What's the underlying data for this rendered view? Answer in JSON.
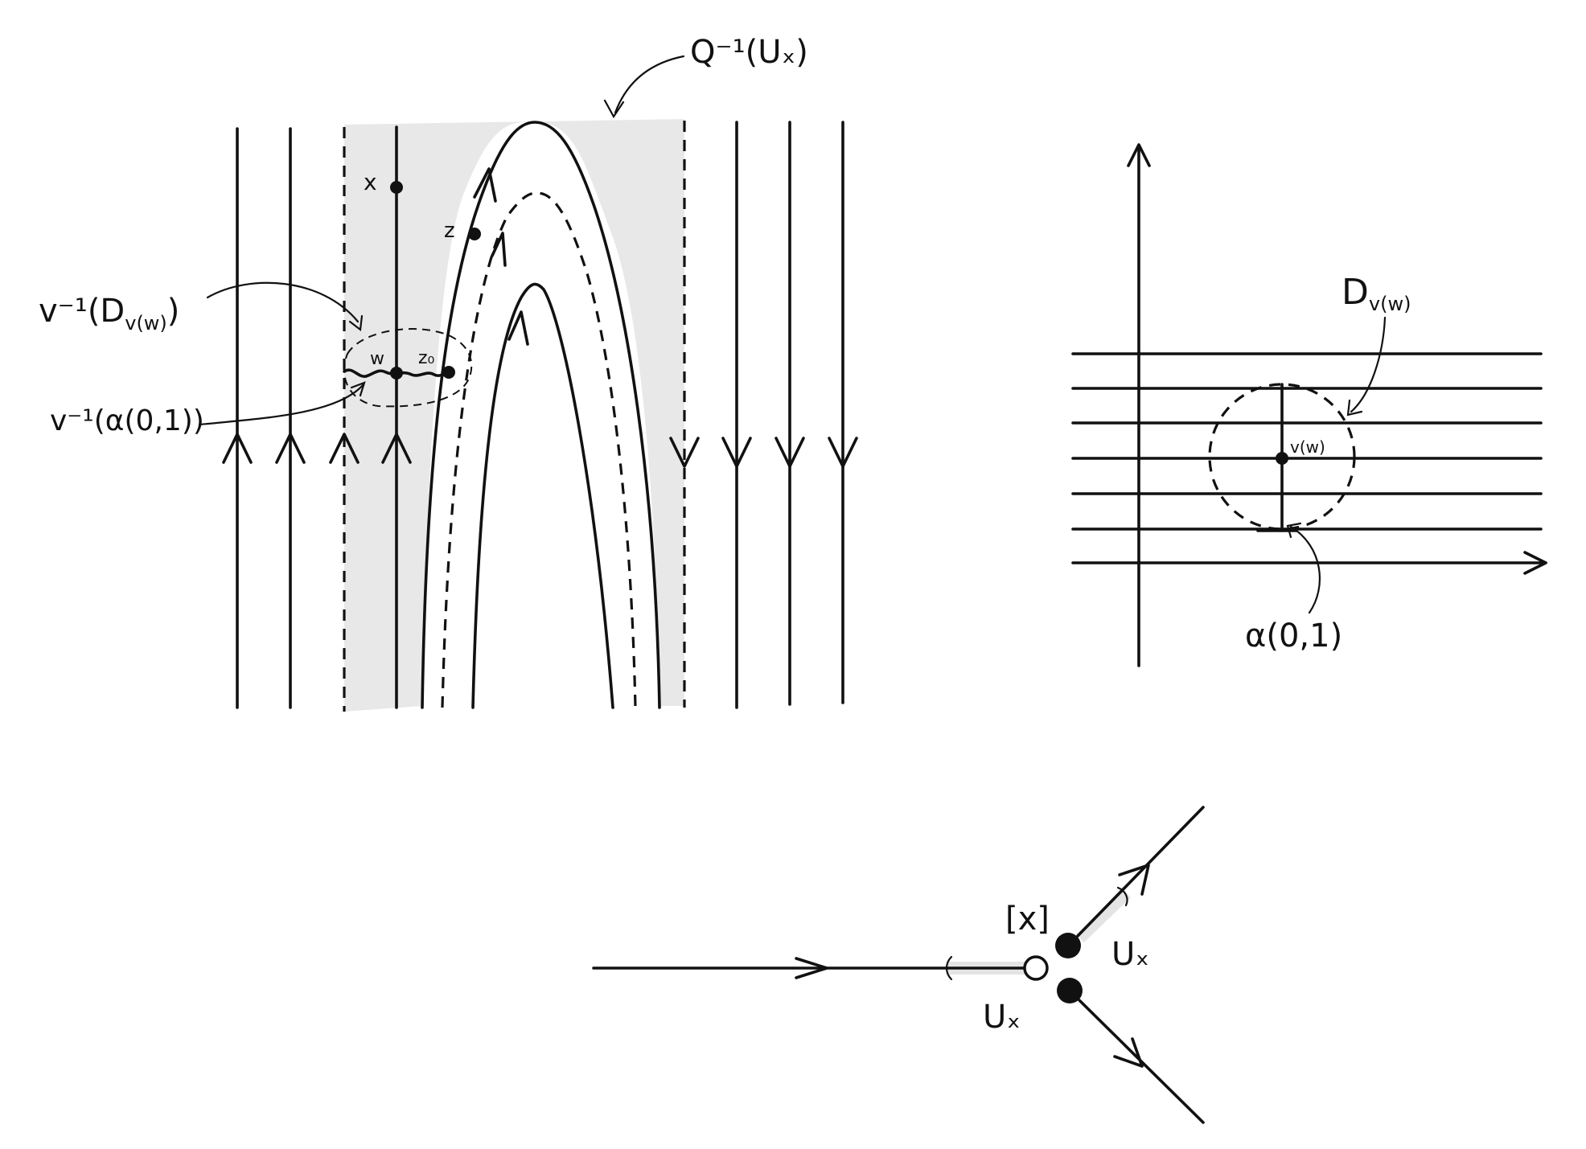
{
  "labels": {
    "preimage_q": "Q⁻¹(Uₓ)",
    "point_x": "x",
    "point_z": "z",
    "point_w": "w",
    "point_z0": "z₀",
    "preimage_disk": "v⁻¹(D",
    "preimage_disk_sub": "v(w)",
    "preimage_disk_close": ")",
    "preimage_arc": "v⁻¹(α(0,1))",
    "disk_label": "D",
    "disk_label_sub": "v(w)",
    "point_vw": "v(w)",
    "arc_label": "α(0,1)",
    "node_label": "[x]",
    "nbhd_label_right": "Uₓ",
    "nbhd_label_bottom": "Uₓ"
  }
}
